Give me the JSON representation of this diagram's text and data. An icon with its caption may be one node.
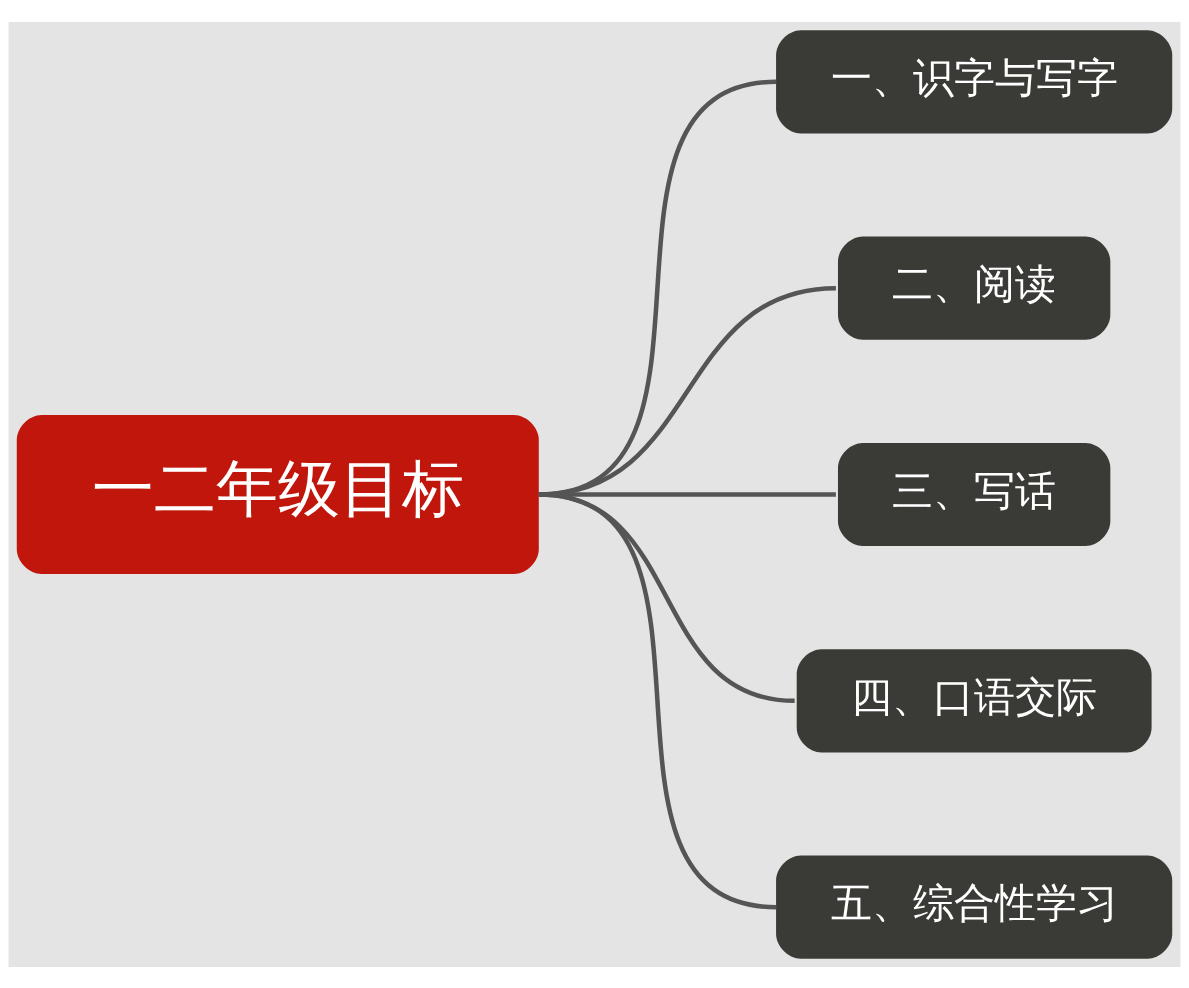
{
  "diagram": {
    "nodes": [
      {
        "text": [
          "一二年级目标"
        ]
      },
      {
        "text": [
          "一、识字与写字"
        ]
      },
      {
        "text": [
          "二、阅读"
        ]
      },
      {
        "text": [
          "三、写话"
        ]
      },
      {
        "text": [
          "四、口语交际"
        ]
      },
      {
        "text": [
          "五、综合性学习"
        ]
      }
    ],
    "edges": [
      {
        "from": 0,
        "to": 1,
        "arrow": "none"
      },
      {
        "from": 0,
        "to": 2,
        "arrow": "none"
      },
      {
        "from": 0,
        "to": 3,
        "arrow": "none"
      },
      {
        "from": 0,
        "to": 4,
        "arrow": "none"
      },
      {
        "from": 0,
        "to": 5,
        "arrow": "none"
      }
    ]
  }
}
